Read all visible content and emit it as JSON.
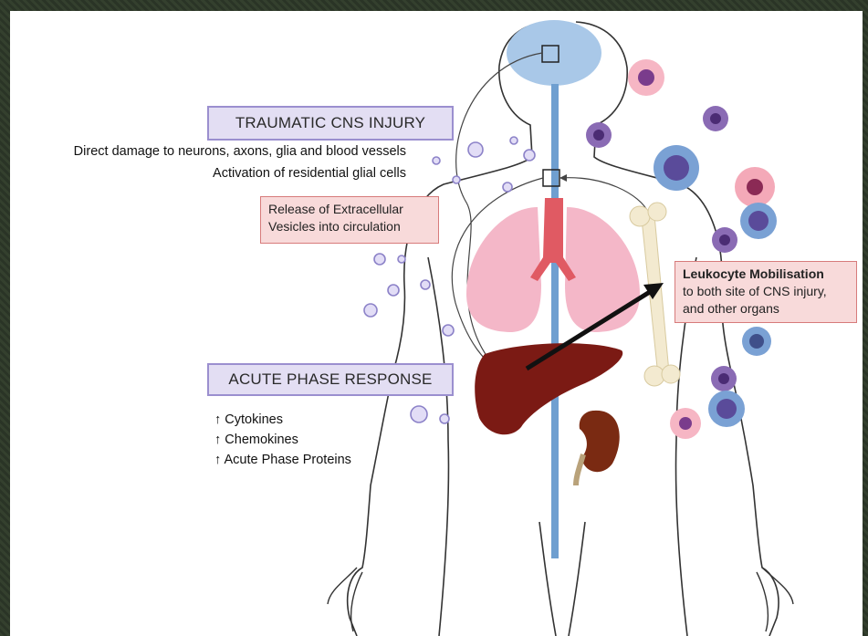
{
  "labels": {
    "traumatic_title": "TRAUMATIC CNS INJURY",
    "direct_damage": "Direct damage to neurons, axons, glia and blood vessels",
    "activation": "Activation of residential glial cells",
    "release_line1": "Release of Extracellular",
    "release_line2": "Vesicles into circulation",
    "leukocyte_title": "Leukocyte Mobilisation",
    "leukocyte_line2": "to both site of CNS injury,",
    "leukocyte_line3": "and other organs",
    "acute_title": "ACUTE PHASE RESPONSE",
    "cytokines": "↑ Cytokines",
    "chemokines": "↑ Chemokines",
    "acute_proteins": "↑ Acute Phase Proteins"
  },
  "colors": {
    "brain": "#a9c8e8",
    "spine": "#6f9fd0",
    "lung": "#f4b7c8",
    "trachea": "#e05a63",
    "liver": "#7b1a14",
    "kidney": "#7a2a12",
    "bone": "#f3ead0",
    "vesicle": "#d7d2f2",
    "leukocyte_blue": "#7aa1d4",
    "leukocyte_pink": "#f4a9b8"
  }
}
